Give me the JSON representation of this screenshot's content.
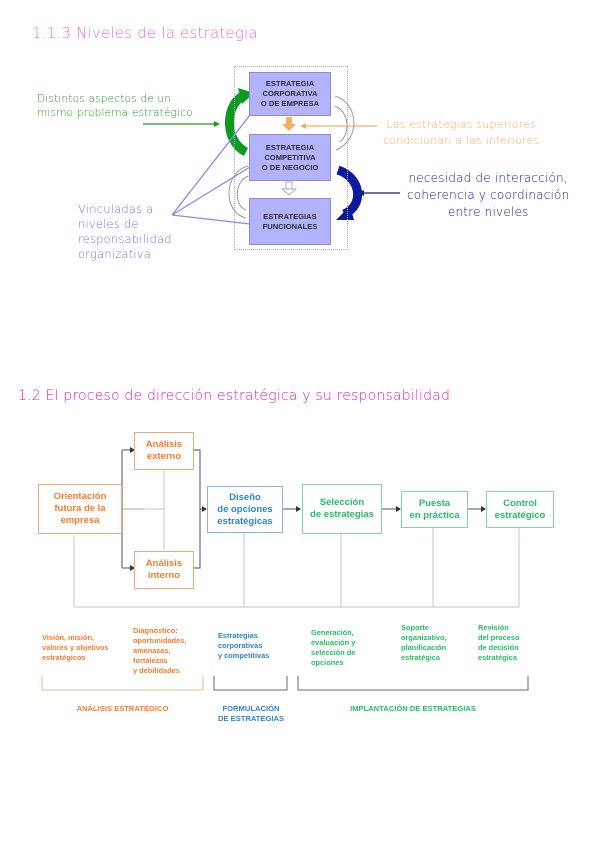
{
  "section1": {
    "heading": "1.1.3  Niveles de la estrategia",
    "levels": [
      "ESTRATEGIA\nCORPORATIVA\nO DE EMPRESA",
      "ESTRATEGIA\nCOMPETITIVA\nO DE NEGOCIO",
      "ESTRATEGIAS\nFUNCIONALES"
    ],
    "notes": {
      "green": "Distintos aspectos de un\nmismo problema estratégico",
      "orange": "Las estrategias superiores\ncondicionan a las inferiores",
      "navy": "necesidad de interacción,\ncoherencia y coordinación\nentre niveles",
      "violet": "Vinculadas a\nniveles de\nresponsabilidad\norganizativa"
    },
    "colors": {
      "heading": "#f06bd8",
      "box_fill": "#b3b3fb",
      "green_arrow": "#0e9a1e",
      "navy_arrow": "#0a1a9a",
      "orange_arrow": "#f7ad63",
      "violet_line": "#8a86f0"
    }
  },
  "section2": {
    "heading": "1.2 El proceso de dirección estratégica y su responsabilidad",
    "boxes": {
      "orientacion": "Orientación\nfutura de la\nempresa",
      "externo": "Análisis\nexterno",
      "interno": "Análisis\ninterno",
      "diseno": "Diseño\nde opciones\nestratégicas",
      "seleccion": "Selección\nde estrategias",
      "puesta": "Puesta\nen práctica",
      "control": "Control\nestratégico"
    },
    "descriptions": {
      "vision": "Visión, misión,\nvalores y objetivos\nestratégicos",
      "diagnostico": "Diagnóstico:\noportunidades,\namenazas,\nfortalezas\ny debilidades",
      "estrategias": "Estrategias\ncorporativas\ny competitivas",
      "generacion": "Generación,\nevaluación y\nselección de\nopciones",
      "soporte": "Soporte\norganizativo,\nplanificación\nestratégica",
      "revision": "Revisión\ndel proceso\nde decisión\nestratégica"
    },
    "phases": {
      "analisis": "ANÁLISIS ESTRATÉGICO",
      "formulacion": "FORMULACIÓN\nDE ESTRATEGIAS",
      "implantacion": "IMPLANTACIÓN DE ESTRATEGIAS"
    },
    "colors": {
      "heading": "#ee1ea8",
      "analysis": "#f57c2c",
      "formulation": "#2c86c8",
      "implementation": "#22c063"
    }
  }
}
